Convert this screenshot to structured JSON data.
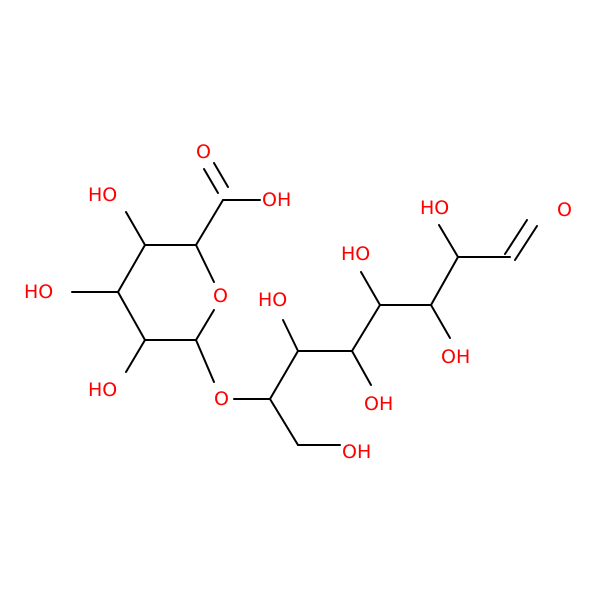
{
  "colors": {
    "bond": "#000000",
    "heteroatom": "#ff0000",
    "background": "#ffffff"
  },
  "labels": {
    "carbonyl_o": "O",
    "carboxyl_oh": "OH",
    "ring_oh_top": "HO",
    "ring_oh_mid": "HO",
    "ring_oh_bottom": "HO",
    "ring_o": "O",
    "glycosidic_o": "O",
    "chain_oh_1": "HO",
    "chain_oh_2": "HO",
    "chain_oh_3": "OH",
    "chain_oh_4": "OH",
    "chain_oh_5": "HO",
    "primary_oh": "OH",
    "aldehyde_o": "O"
  }
}
